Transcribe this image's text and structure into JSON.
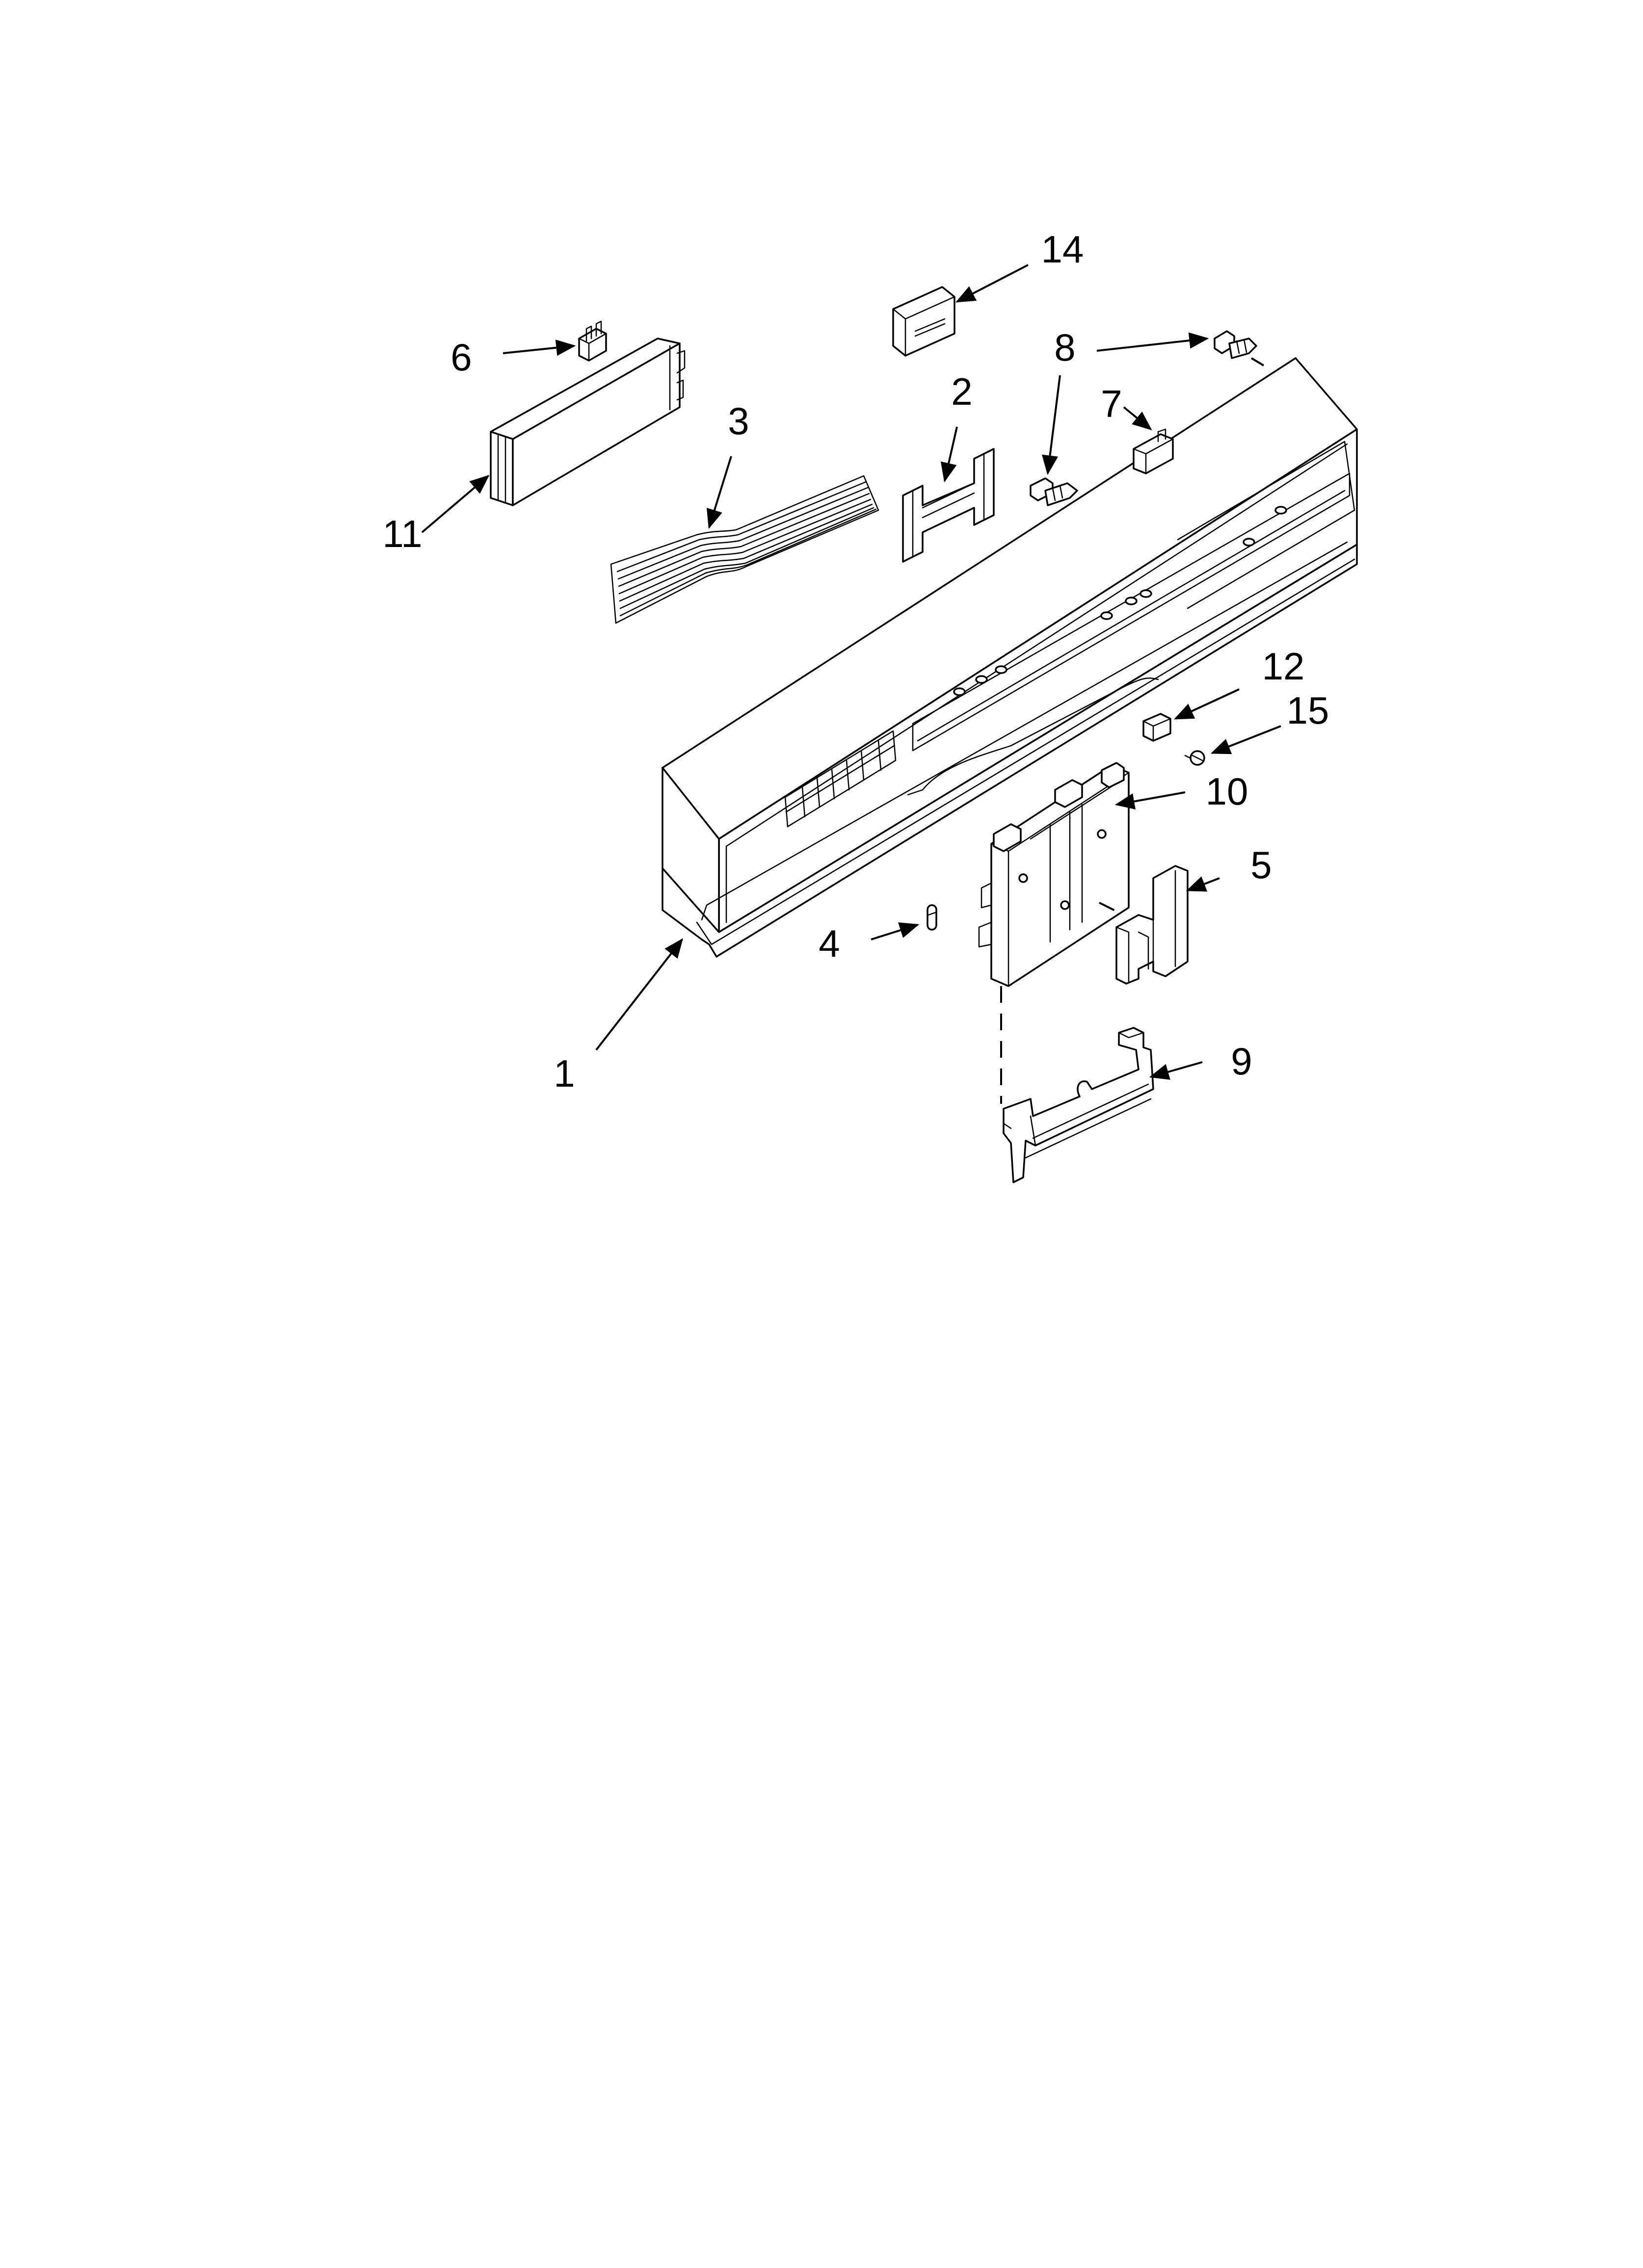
{
  "diagram": {
    "callouts": [
      {
        "id": "1",
        "label": "1"
      },
      {
        "id": "2",
        "label": "2"
      },
      {
        "id": "3",
        "label": "3"
      },
      {
        "id": "4",
        "label": "4"
      },
      {
        "id": "5",
        "label": "5"
      },
      {
        "id": "6",
        "label": "6"
      },
      {
        "id": "7",
        "label": "7"
      },
      {
        "id": "8",
        "label": "8"
      },
      {
        "id": "9",
        "label": "9"
      },
      {
        "id": "10",
        "label": "10"
      },
      {
        "id": "11",
        "label": "11"
      },
      {
        "id": "12",
        "label": "12"
      },
      {
        "id": "14",
        "label": "14"
      },
      {
        "id": "15",
        "label": "15"
      }
    ],
    "colors": {
      "line": "#000000",
      "background": "#ffffff"
    }
  }
}
